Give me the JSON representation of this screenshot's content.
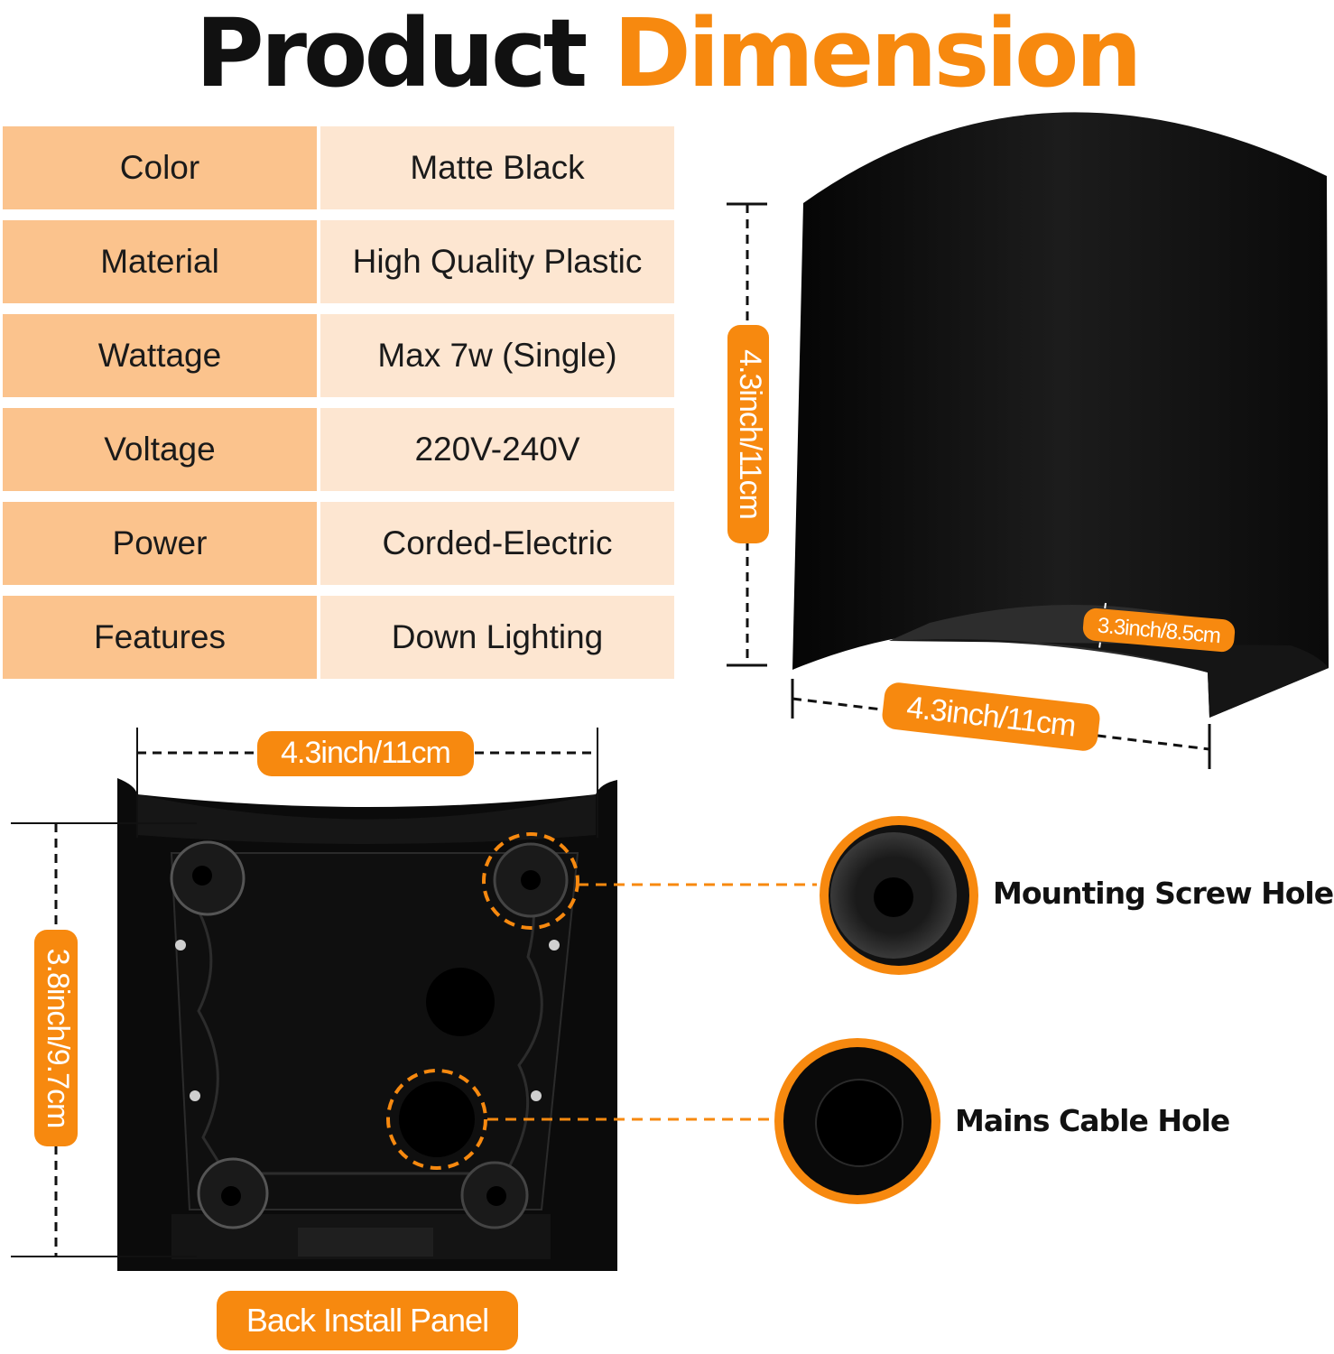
{
  "title": {
    "word1": "Product",
    "word2": "Dimension"
  },
  "colors": {
    "accent": "#f7890f",
    "label_bg": "#fbc38d",
    "value_bg": "#fde6d1",
    "product": "#0d0d0d"
  },
  "specs": [
    {
      "label": "Color",
      "value": "Matte Black"
    },
    {
      "label": "Material",
      "value": "High Quality Plastic"
    },
    {
      "label": "Wattage",
      "value": "Max 7w (Single)"
    },
    {
      "label": "Voltage",
      "value": "220V-240V"
    },
    {
      "label": "Power",
      "value": "Corded-Electric"
    },
    {
      "label": "Features",
      "value": "Down Lighting"
    }
  ],
  "dimensions": {
    "front_height": "4.3inch/11cm",
    "front_width": "4.3inch/11cm",
    "front_depth": "3.3inch/8.5cm",
    "back_width": "4.3inch/11cm",
    "back_height": "3.8inch/9.7cm"
  },
  "callouts": {
    "screw_hole": "Mounting Screw Hole",
    "cable_hole": "Mains Cable Hole"
  },
  "back_panel_label": "Back Install Panel"
}
